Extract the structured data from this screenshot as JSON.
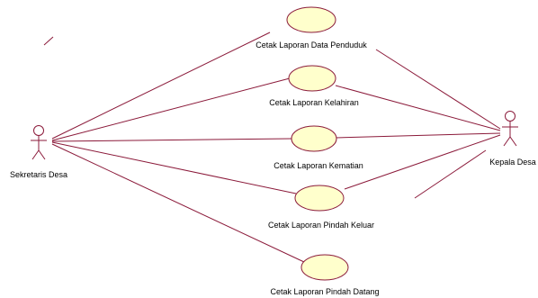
{
  "diagram": {
    "actors": {
      "sekretaris": {
        "label": "Sekretaris Desa"
      },
      "kepala": {
        "label": "Kepala Desa"
      }
    },
    "use_cases": [
      {
        "label": "Cetak Laporan Data Penduduk"
      },
      {
        "label": "Cetak Laporan Kelahiran"
      },
      {
        "label": "Cetak Laporan Kematian"
      },
      {
        "label": "Cetak Laporan Pindah Keluar"
      },
      {
        "label": "Cetak Laporan Pindah Datang"
      }
    ],
    "colors": {
      "line": "#8b1a3a",
      "use_case_fill": "#ffffcc"
    }
  }
}
